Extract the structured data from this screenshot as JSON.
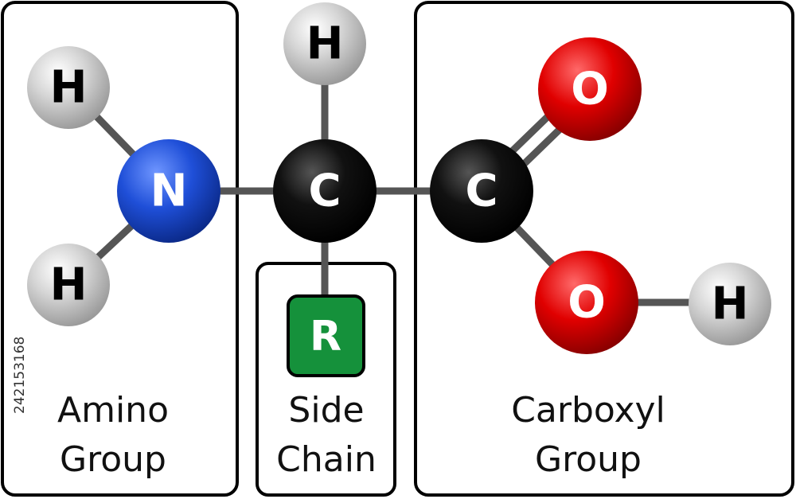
{
  "diagram": {
    "groups": {
      "amino": {
        "line1": "Amino",
        "line2": "Group"
      },
      "side_chain": {
        "line1": "Side",
        "line2": "Chain"
      },
      "carboxyl": {
        "line1": "Carboxyl",
        "line2": "Group"
      }
    },
    "atoms": {
      "amino_h_top": "H",
      "amino_h_bottom": "H",
      "nitrogen": "N",
      "alpha_carbon": "C",
      "alpha_h": "H",
      "r_group": "R",
      "carboxyl_carbon": "C",
      "carbonyl_oxygen": "O",
      "hydroxyl_oxygen": "O",
      "hydroxyl_h": "H"
    },
    "watermark_id": "242153168",
    "colors": {
      "hydrogen": "#c8c8c8",
      "nitrogen": "#1f4fd8",
      "carbon": "#0a0a0a",
      "oxygen": "#e00000",
      "r_group": "#15913b",
      "bond": "#555555",
      "frame": "#000000"
    }
  }
}
